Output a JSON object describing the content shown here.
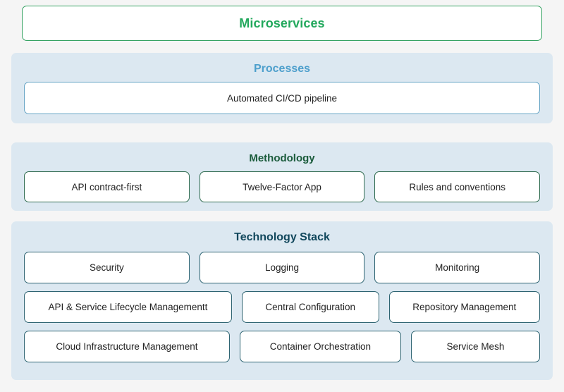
{
  "colors": {
    "page_background": "#f5f5f5",
    "panel_background": "#dce8f1",
    "microservices_accent": "#22a85c",
    "processes_accent": "#4d9fcc",
    "methodology_accent": "#1a5b3b",
    "technology_stack_accent": "#11475c",
    "card_background": "#ffffff"
  },
  "microservices": {
    "label": "Microservices"
  },
  "processes": {
    "title": "Processes",
    "items": [
      {
        "label": "Automated CI/CD pipeline"
      }
    ]
  },
  "methodology": {
    "title": "Methodology",
    "items": [
      {
        "label": "API contract-first"
      },
      {
        "label": "Twelve-Factor App"
      },
      {
        "label": "Rules and conventions"
      }
    ]
  },
  "technology_stack": {
    "title": "Technology Stack",
    "rows": [
      [
        {
          "label": "Security"
        },
        {
          "label": "Logging"
        },
        {
          "label": "Monitoring"
        }
      ],
      [
        {
          "label": "API & Service Lifecycle Managementt"
        },
        {
          "label": "Central Configuration"
        },
        {
          "label": "Repository Management"
        }
      ],
      [
        {
          "label": "Cloud Infrastructure Management"
        },
        {
          "label": "Container Orchestration"
        },
        {
          "label": "Service Mesh"
        }
      ]
    ]
  }
}
